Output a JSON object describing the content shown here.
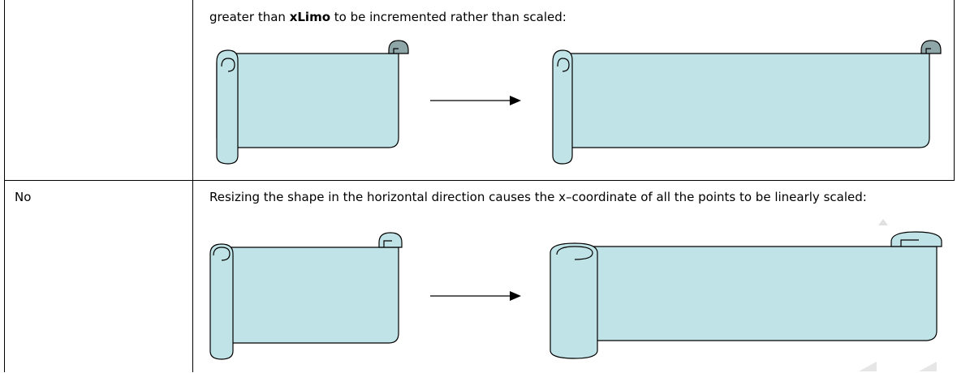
{
  "table": {
    "rows": [
      {
        "value": "",
        "description_before": "greater than ",
        "description_bold": "xLimo",
        "description_after": " to be incremented rather than scaled:"
      },
      {
        "value": "No",
        "description": "Resizing the shape in the horizontal direction causes the x–coordinate of all the points to be linearly scaled:"
      }
    ]
  },
  "colors": {
    "scroll_fill": "#bfe3e6",
    "curl_fill": "#8fa6a8",
    "stroke": "#000000"
  }
}
